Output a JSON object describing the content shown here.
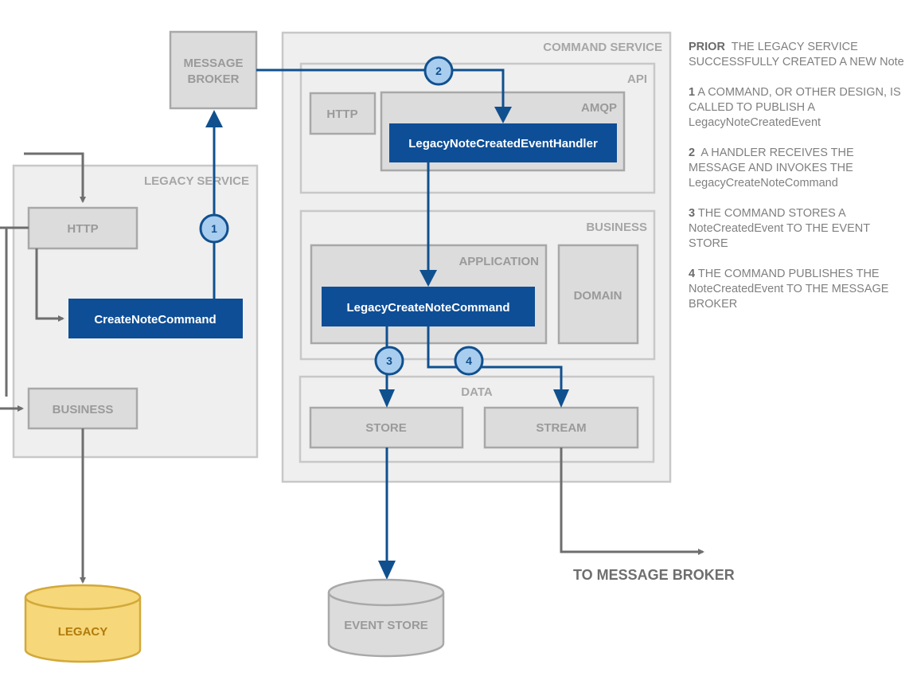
{
  "containers": {
    "message_broker": [
      "MESSAGE",
      "BROKER"
    ],
    "legacy_service": "LEGACY SERVICE",
    "command_service": "COMMAND SERVICE",
    "api": "API",
    "amqp": "AMQP",
    "business": "BUSINESS",
    "application": "APPLICATION",
    "domain": "DOMAIN",
    "data": "DATA"
  },
  "legacy": {
    "http": "HTTP",
    "business": "BUSINESS",
    "command": "CreateNoteCommand",
    "database": "LEGACY"
  },
  "command_service": {
    "http": "HTTP",
    "handler": "LegacyNoteCreatedEventHandler",
    "command": "LegacyCreateNoteCommand",
    "store": "STORE",
    "stream": "STREAM"
  },
  "event_store": "EVENT STORE",
  "to_message_broker": "TO MESSAGE BROKER",
  "steps": [
    "1",
    "2",
    "3",
    "4"
  ],
  "notes": [
    {
      "key": "PRIOR",
      "text": "THE LEGACY SERVICE SUCCESSFULLY CREATED A NEW Note"
    },
    {
      "key": "1",
      "text": "A COMMAND, OR OTHER DESIGN, IS CALLED TO PUBLISH A LegacyNoteCreatedEvent"
    },
    {
      "key": "2",
      "text": "A HANDLER RECEIVES THE MESSAGE AND INVOKES THE LegacyCreateNoteCommand"
    },
    {
      "key": "3",
      "text": "THE COMMAND STORES A NoteCreatedEvent TO THE EVENT STORE"
    },
    {
      "key": "4",
      "text": "THE COMMAND PUBLISHES THE NoteCreatedEvent TO THE MESSAGE BROKER"
    }
  ],
  "colors": {
    "container_fill": "#efefef",
    "container_border": "#c8c8c8",
    "box_fill": "#dcdcdc",
    "box_border": "#a8a8a8",
    "command_fill": "#0e4e96",
    "flow_blue": "#10508f",
    "step_circle": "#a9cdee",
    "flow_gray": "#6e6e6e",
    "legacy_db": "#f6d77a"
  }
}
